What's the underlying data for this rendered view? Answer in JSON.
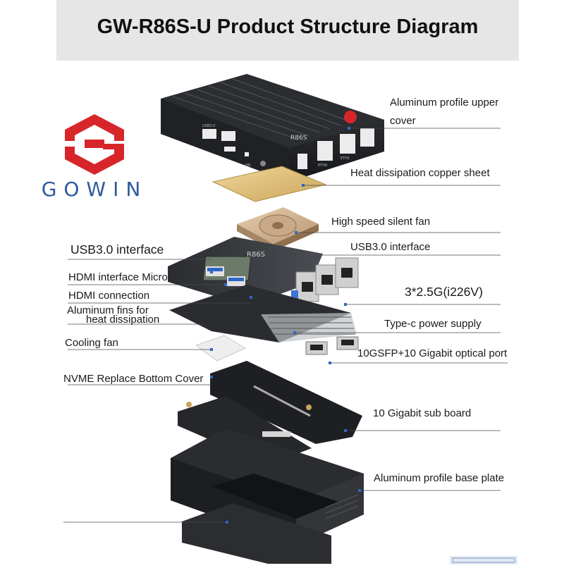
{
  "title": "GW-R86S-U Product Structure Diagram",
  "logo": {
    "text": "GOWIN",
    "colors": {
      "red": "#d7262a",
      "blue": "#2d5a9e"
    }
  },
  "product_labels": {
    "lid_left": "USB3.0",
    "lid_right": "R86S",
    "lid_hdmi": "HD",
    "lid_eth0": "ETH0",
    "lid_eth1": "ETH1",
    "board": "R86S"
  },
  "labels": {
    "upper_cover_1": "Aluminum profile upper",
    "upper_cover_2": "cover",
    "copper_sheet": "Heat dissipation copper sheet",
    "silent_fan": "High speed silent fan",
    "usb_left": "USB3.0 interface",
    "usb_right": "USB3.0 interface",
    "hdmi_1": "HDMI interface Micro",
    "hdmi_2": "HDMI connection",
    "ports_2_5g": "3*2.5G(i226V)",
    "fins_1": "Aluminum fins for",
    "fins_2": "heat dissipation",
    "typec": "Type-c power supply",
    "cooling_fan": "Cooling fan",
    "sfp": "10GSFP+10 Gigabit optical port",
    "nvme": "NVME Replace Bottom Cover",
    "sub_board": "10 Gigabit sub board",
    "base_plate": "Aluminum profile base plate"
  }
}
